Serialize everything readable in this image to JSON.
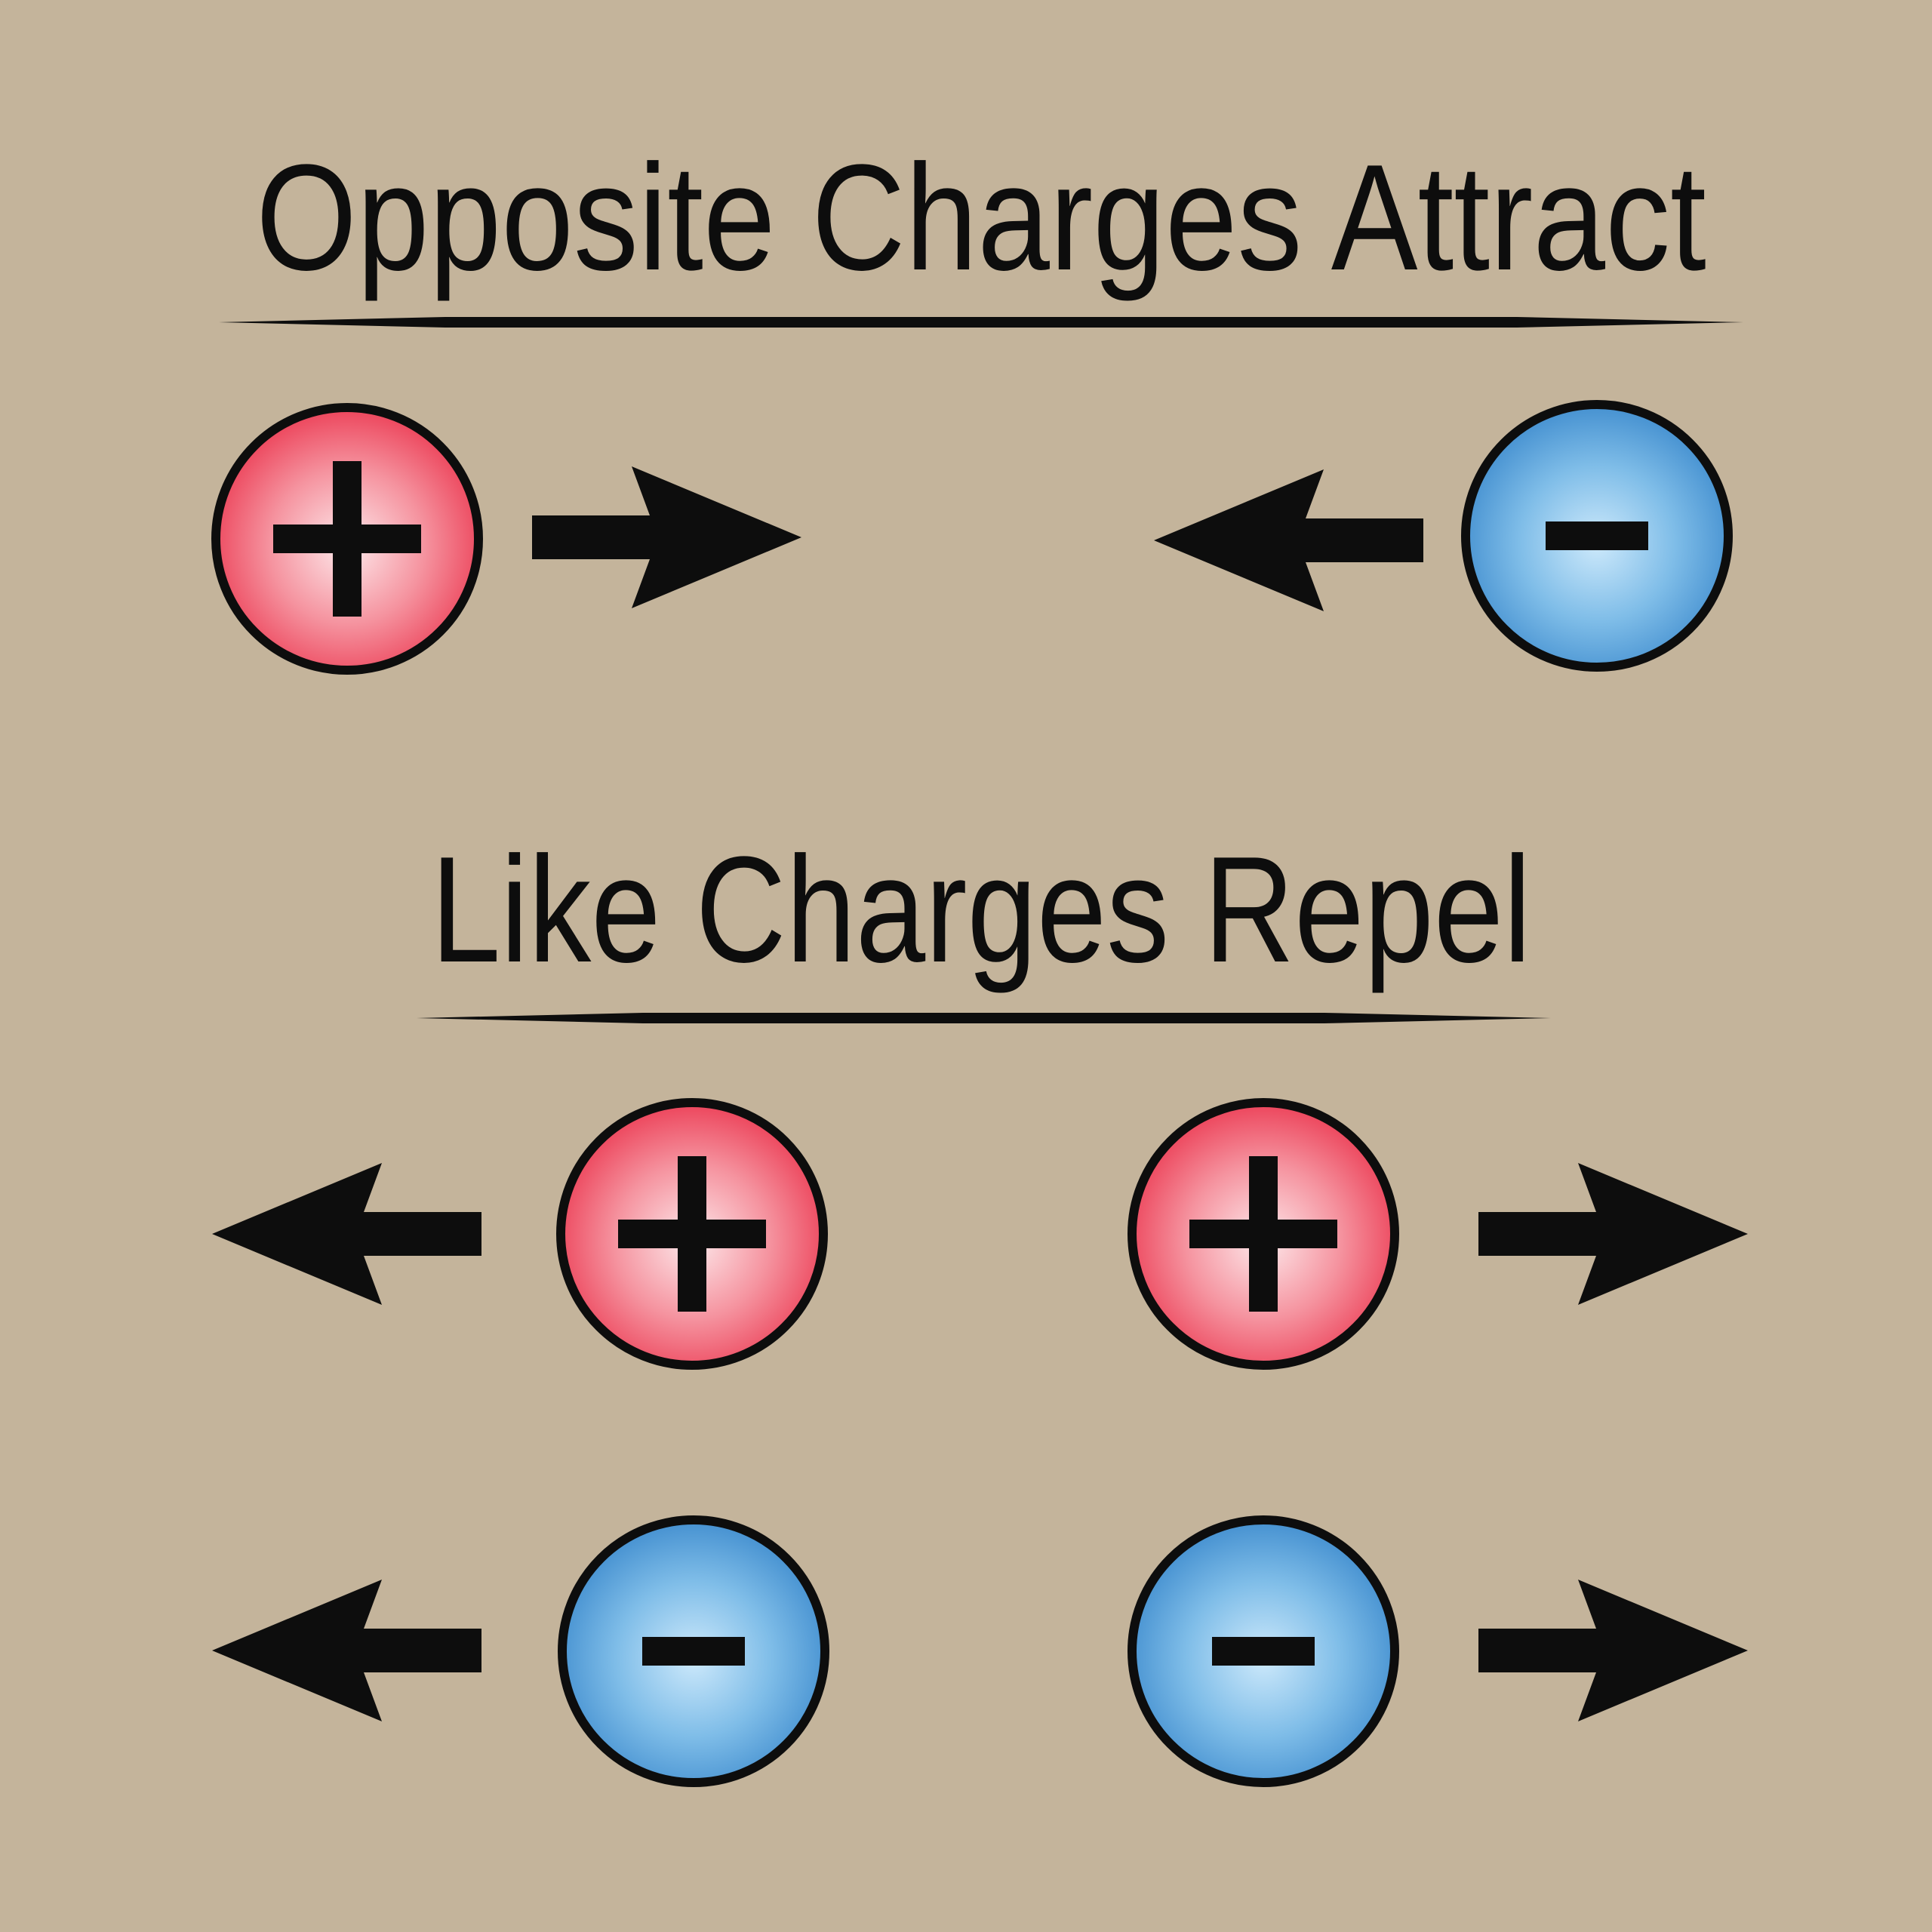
{
  "canvas": {
    "background": "#C4B49B",
    "ink": "#0D0D0D"
  },
  "colors": {
    "bg": "#C4B49B",
    "ink": "#0D0D0D",
    "pos_edge": "#E92540",
    "pos_mid": "#F5939F",
    "pos_center": "#FDE9EB",
    "neg_edge": "#2E7FC7",
    "neg_mid": "#7FBDE8",
    "neg_center": "#CDE9FB"
  },
  "section_attract": {
    "title": "Opposite Charges Attract",
    "left_charge": {
      "type": "positive",
      "symbol": "+"
    },
    "right_charge": {
      "type": "negative",
      "symbol": "−"
    },
    "arrows": [
      "right",
      "left"
    ]
  },
  "section_repel": {
    "title": "Like Charges Repel",
    "rows": [
      {
        "charges": [
          {
            "type": "positive",
            "symbol": "+"
          },
          {
            "type": "positive",
            "symbol": "+"
          }
        ],
        "arrows": [
          "left",
          "right"
        ]
      },
      {
        "charges": [
          {
            "type": "negative",
            "symbol": "−"
          },
          {
            "type": "negative",
            "symbol": "−"
          }
        ],
        "arrows": [
          "left",
          "right"
        ]
      }
    ]
  }
}
